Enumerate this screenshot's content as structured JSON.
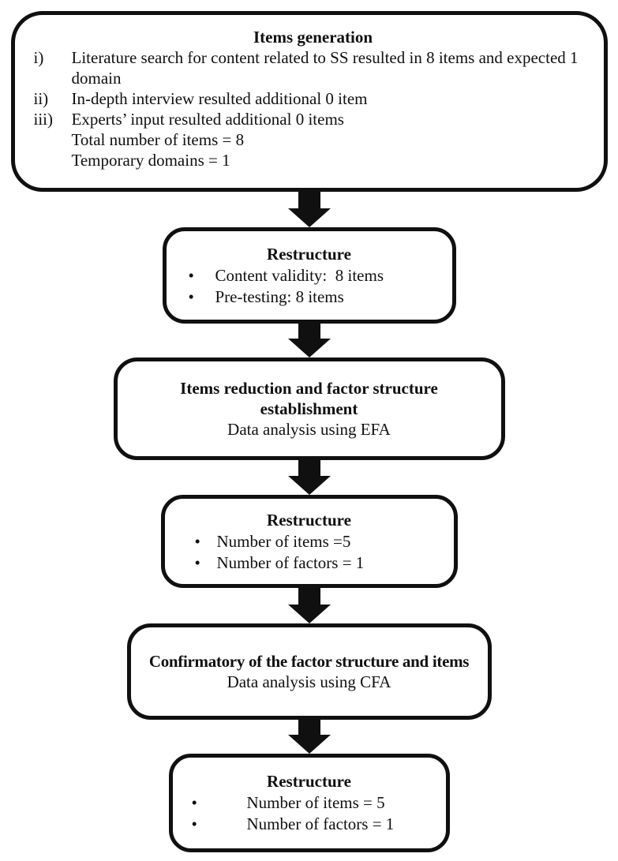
{
  "figure": {
    "background": "#ffffff",
    "line_color": "#101010",
    "bullet_char": "•"
  },
  "boxes": [
    {
      "id": "items-generation",
      "title": "Items generation",
      "items": [
        {
          "marker": "i)",
          "text": "Literature search for content related to SS resulted in 8 items and expected 1 domain"
        },
        {
          "marker": "ii)",
          "text": "In-depth interview resulted additional 0 item"
        },
        {
          "marker": "iii)",
          "text": "Experts’ input resulted additional 0 items"
        },
        {
          "marker": "",
          "text": "Total number of items = 8"
        },
        {
          "marker": "",
          "text": "Temporary domains = 1"
        }
      ]
    },
    {
      "id": "restructure-1",
      "title": "Restructure",
      "bullets": [
        "Content validity:  8 items",
        "Pre-testing: 8 items"
      ]
    },
    {
      "id": "items-reduction",
      "title": "Items reduction and factor structure establishment",
      "subtitle": "Data analysis using EFA"
    },
    {
      "id": "restructure-2",
      "title": "Restructure",
      "bullets": [
        "Number of items =5",
        "Number of factors = 1"
      ]
    },
    {
      "id": "confirmatory",
      "title": "Confirmatory of the factor structure and items",
      "subtitle": "Data analysis using CFA"
    },
    {
      "id": "restructure-3",
      "title": "Restructure",
      "bullets": [
        "Number of items = 5",
        "Number of factors = 1"
      ]
    }
  ]
}
